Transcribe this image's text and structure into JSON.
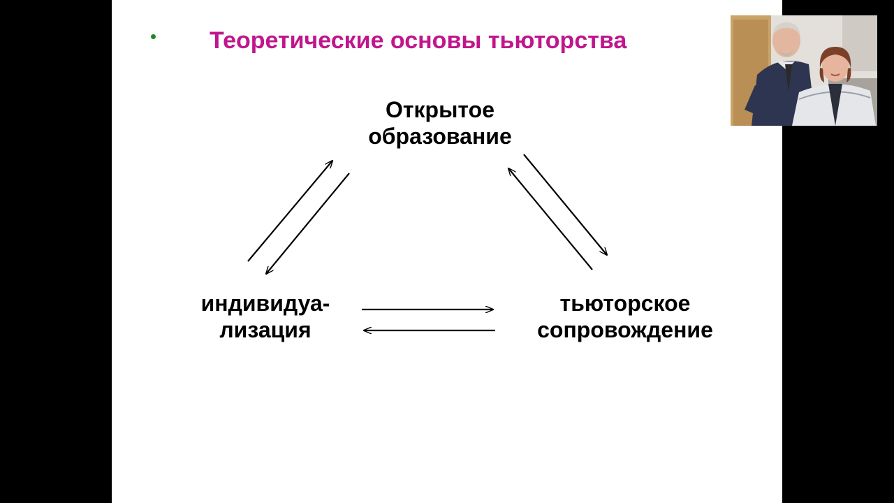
{
  "slide": {
    "title": "Теоретические основы тьюторства",
    "title_color": "#c0168d",
    "bullet_color": "#1f8a1f",
    "background": "#ffffff",
    "letterbox_color": "#000000"
  },
  "diagram": {
    "nodes": {
      "top": {
        "line1": "Открытое",
        "line2": "образование"
      },
      "left": {
        "line1": "индивидуа-",
        "line2": "лизация"
      },
      "right": {
        "line1": "тьюторское",
        "line2": "сопровождение"
      }
    },
    "arrows": [
      {
        "from": "left",
        "to": "top"
      },
      {
        "from": "top",
        "to": "left"
      },
      {
        "from": "top",
        "to": "right"
      },
      {
        "from": "right",
        "to": "top"
      },
      {
        "from": "left",
        "to": "right"
      },
      {
        "from": "right",
        "to": "left"
      }
    ]
  },
  "webcam": {
    "icons": [
      "presenter-man",
      "presenter-woman"
    ]
  }
}
